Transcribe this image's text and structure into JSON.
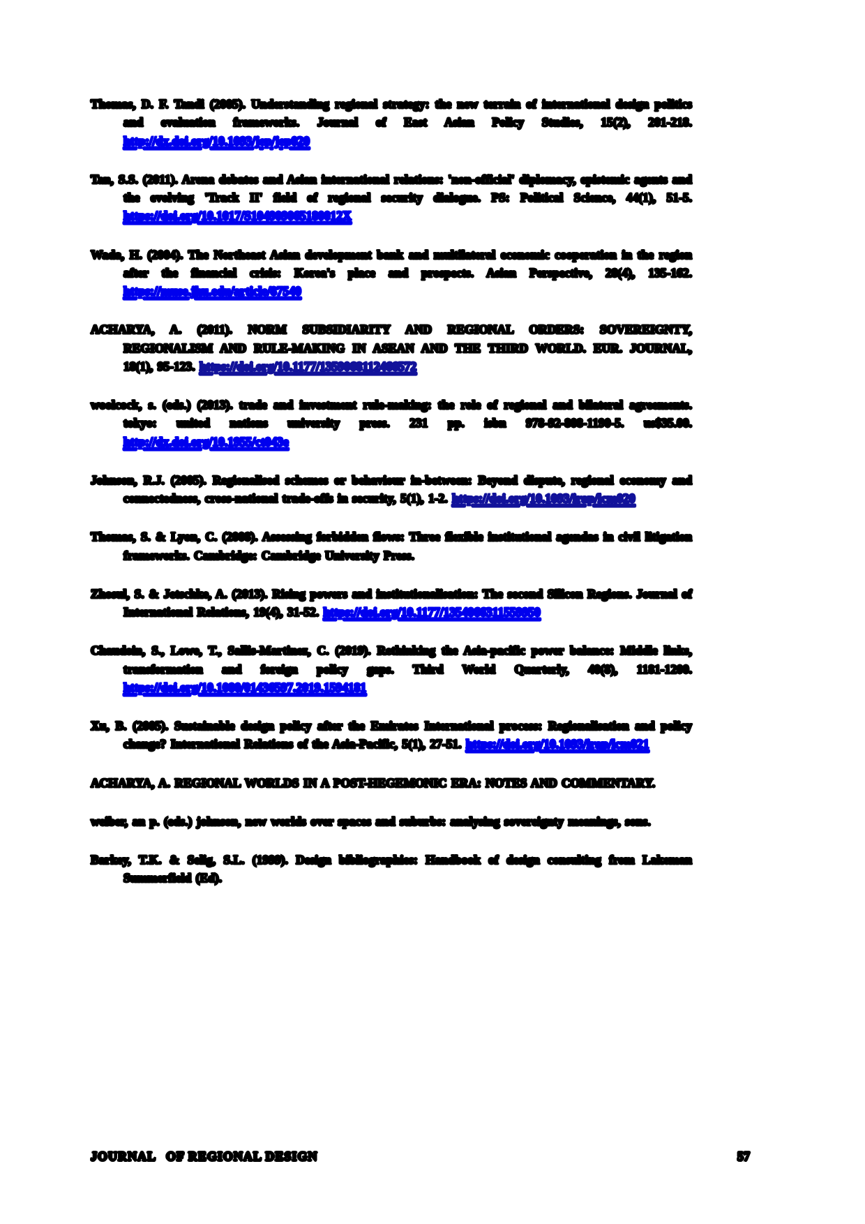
{
  "page": {
    "background": "#ffffff",
    "text_color": "#000000",
    "link_color": "#0000EE",
    "dark_link_color": "#12129A"
  },
  "footer": {
    "left_seg1": "JOURNAL",
    "left_seg2": "OF REGIONAL DESIGN",
    "page_number": "57"
  },
  "references": {
    "entries": [
      {
        "style": "normal",
        "segments": [
          {
            "type": "text",
            "content": "Thomas, D. F. Tandi (2005). Understanding regional strategy: the new terrain of international design politics and evaluation frameworks. Journal of East Asian Policy Studies, 15(2), 201-218. "
          },
          {
            "type": "link",
            "navy": false,
            "content": "http://dx.doi.org/10.1093/jep/jep020"
          }
        ]
      },
      {
        "style": "normal",
        "segments": [
          {
            "type": "text",
            "content": "Tan, S.S. (2011). Arena debates and Asian international relations: 'non-official' diplomacy, epistemic agents and the evolving 'Track II' field of regional security dialogue. PS: Political Science, 44(1), 51-5. "
          },
          {
            "type": "link",
            "navy": false,
            "content": "https://doi.org/10.1017/S104909065180012X"
          }
        ]
      },
      {
        "style": "normal",
        "segments": [
          {
            "type": "text",
            "content": "Wada, H. (2004). The Northeast Asian development bank and multilateral economic cooperation in the region after the financial crisis: Korea's place and prospects. Asian Perspective, 28(4), 135-162. "
          },
          {
            "type": "link",
            "navy": false,
            "content": "https://muse.jhu.edu/article/87540"
          }
        ]
      },
      {
        "style": "caps",
        "segments": [
          {
            "type": "text",
            "content": "ACHARYA, A. (2011). NORM SUBSIDIARITY AND REGIONAL ORDERS: SOVEREIGNTY, REGIONALISM AND RULE-MAKING IN ASEAN AND THE THIRD WORLD. EUR. JOURNAL, 18(1), 95-123. "
          },
          {
            "type": "link",
            "navy": true,
            "content": "https://doi.org/10.1177/1359068112466572"
          }
        ]
      },
      {
        "style": "lower",
        "segments": [
          {
            "type": "text",
            "content": "woolcock, s. (eds.) (2013). trade and investment rule-making: the role of regional and bilateral agreements. tokyo: united nations university press. 231 pp. isbn 978-92-808-1190-5. us$35.00. "
          },
          {
            "type": "link",
            "navy": false,
            "content": "http://dx.doi.org/10.1955/ct043e"
          }
        ]
      },
      {
        "style": "normal",
        "segments": [
          {
            "type": "text",
            "content": "Johnson, R.J. (2005). Regionalised schemes or behaviour in-between: Beyond dispute, regional economy and connectedness, cross-national trade-offs in security, 5(1), 1-2. "
          },
          {
            "type": "link",
            "navy": true,
            "content": "https://doi.org/10.1093/irap/lcm020"
          }
        ]
      },
      {
        "style": "normal",
        "segments": [
          {
            "type": "text",
            "content": "Thomas, S. & Lyon, C. (2008). Assessing forbidden flows: Three flexible institutional agendas in civil litigation frameworks. Cambridge: Cambridge University Press."
          }
        ]
      },
      {
        "style": "normal",
        "segments": [
          {
            "type": "text",
            "content": "Zhosul, S. & Jetschke, A. (2013). Rising powers and institutionalisation: The second Silicon Regions. Journal of International Relations, 19(4), 31-52. "
          },
          {
            "type": "link",
            "navy": false,
            "content": "https://doi.org/10.1177/1354066311559950"
          }
        ]
      },
      {
        "style": "normal",
        "segments": [
          {
            "type": "text",
            "content": "Chaudoin, S., Lowe, T., Sallis-Martinez, C. (2019). Rethinking the Asia-pacific power balance: Middle links, transformation and foreign policy gaps. Third World Quarterly, 40(8), 1181-1200. "
          },
          {
            "type": "link",
            "navy": false,
            "content": "https://doi.org/10.1080/01436597.2019.1594181"
          }
        ]
      },
      {
        "style": "normal",
        "segments": [
          {
            "type": "text",
            "content": "Xu, B. (2005). Sustainable design policy after the Emirates International process: Regionalisation and policy change? International Relations of the Asia-Pacific, 5(1), 27-51. "
          },
          {
            "type": "link",
            "navy": false,
            "content": "https://doi.org/10.1093/irap/lcm021"
          }
        ]
      },
      {
        "style": "caps",
        "segments": [
          {
            "type": "text",
            "content": "ACHARYA, A. REGIONAL WORLDS IN A POST-HEGEMONIC ERA: NOTES AND COMMENTARY."
          }
        ]
      },
      {
        "style": "lower",
        "segments": [
          {
            "type": "text",
            "content": "weiber, an p. (eds.) johnson, new worlds over spaces and suburbs: analysing sovereignty meanings, sons."
          }
        ]
      },
      {
        "style": "normal",
        "segments": [
          {
            "type": "text",
            "content": "Barkey, T.K. & Selig, S.L. (1999). Design bibliographies: Handbook of design consulting from Lakeman Summerfield (Ed)."
          }
        ]
      }
    ]
  }
}
